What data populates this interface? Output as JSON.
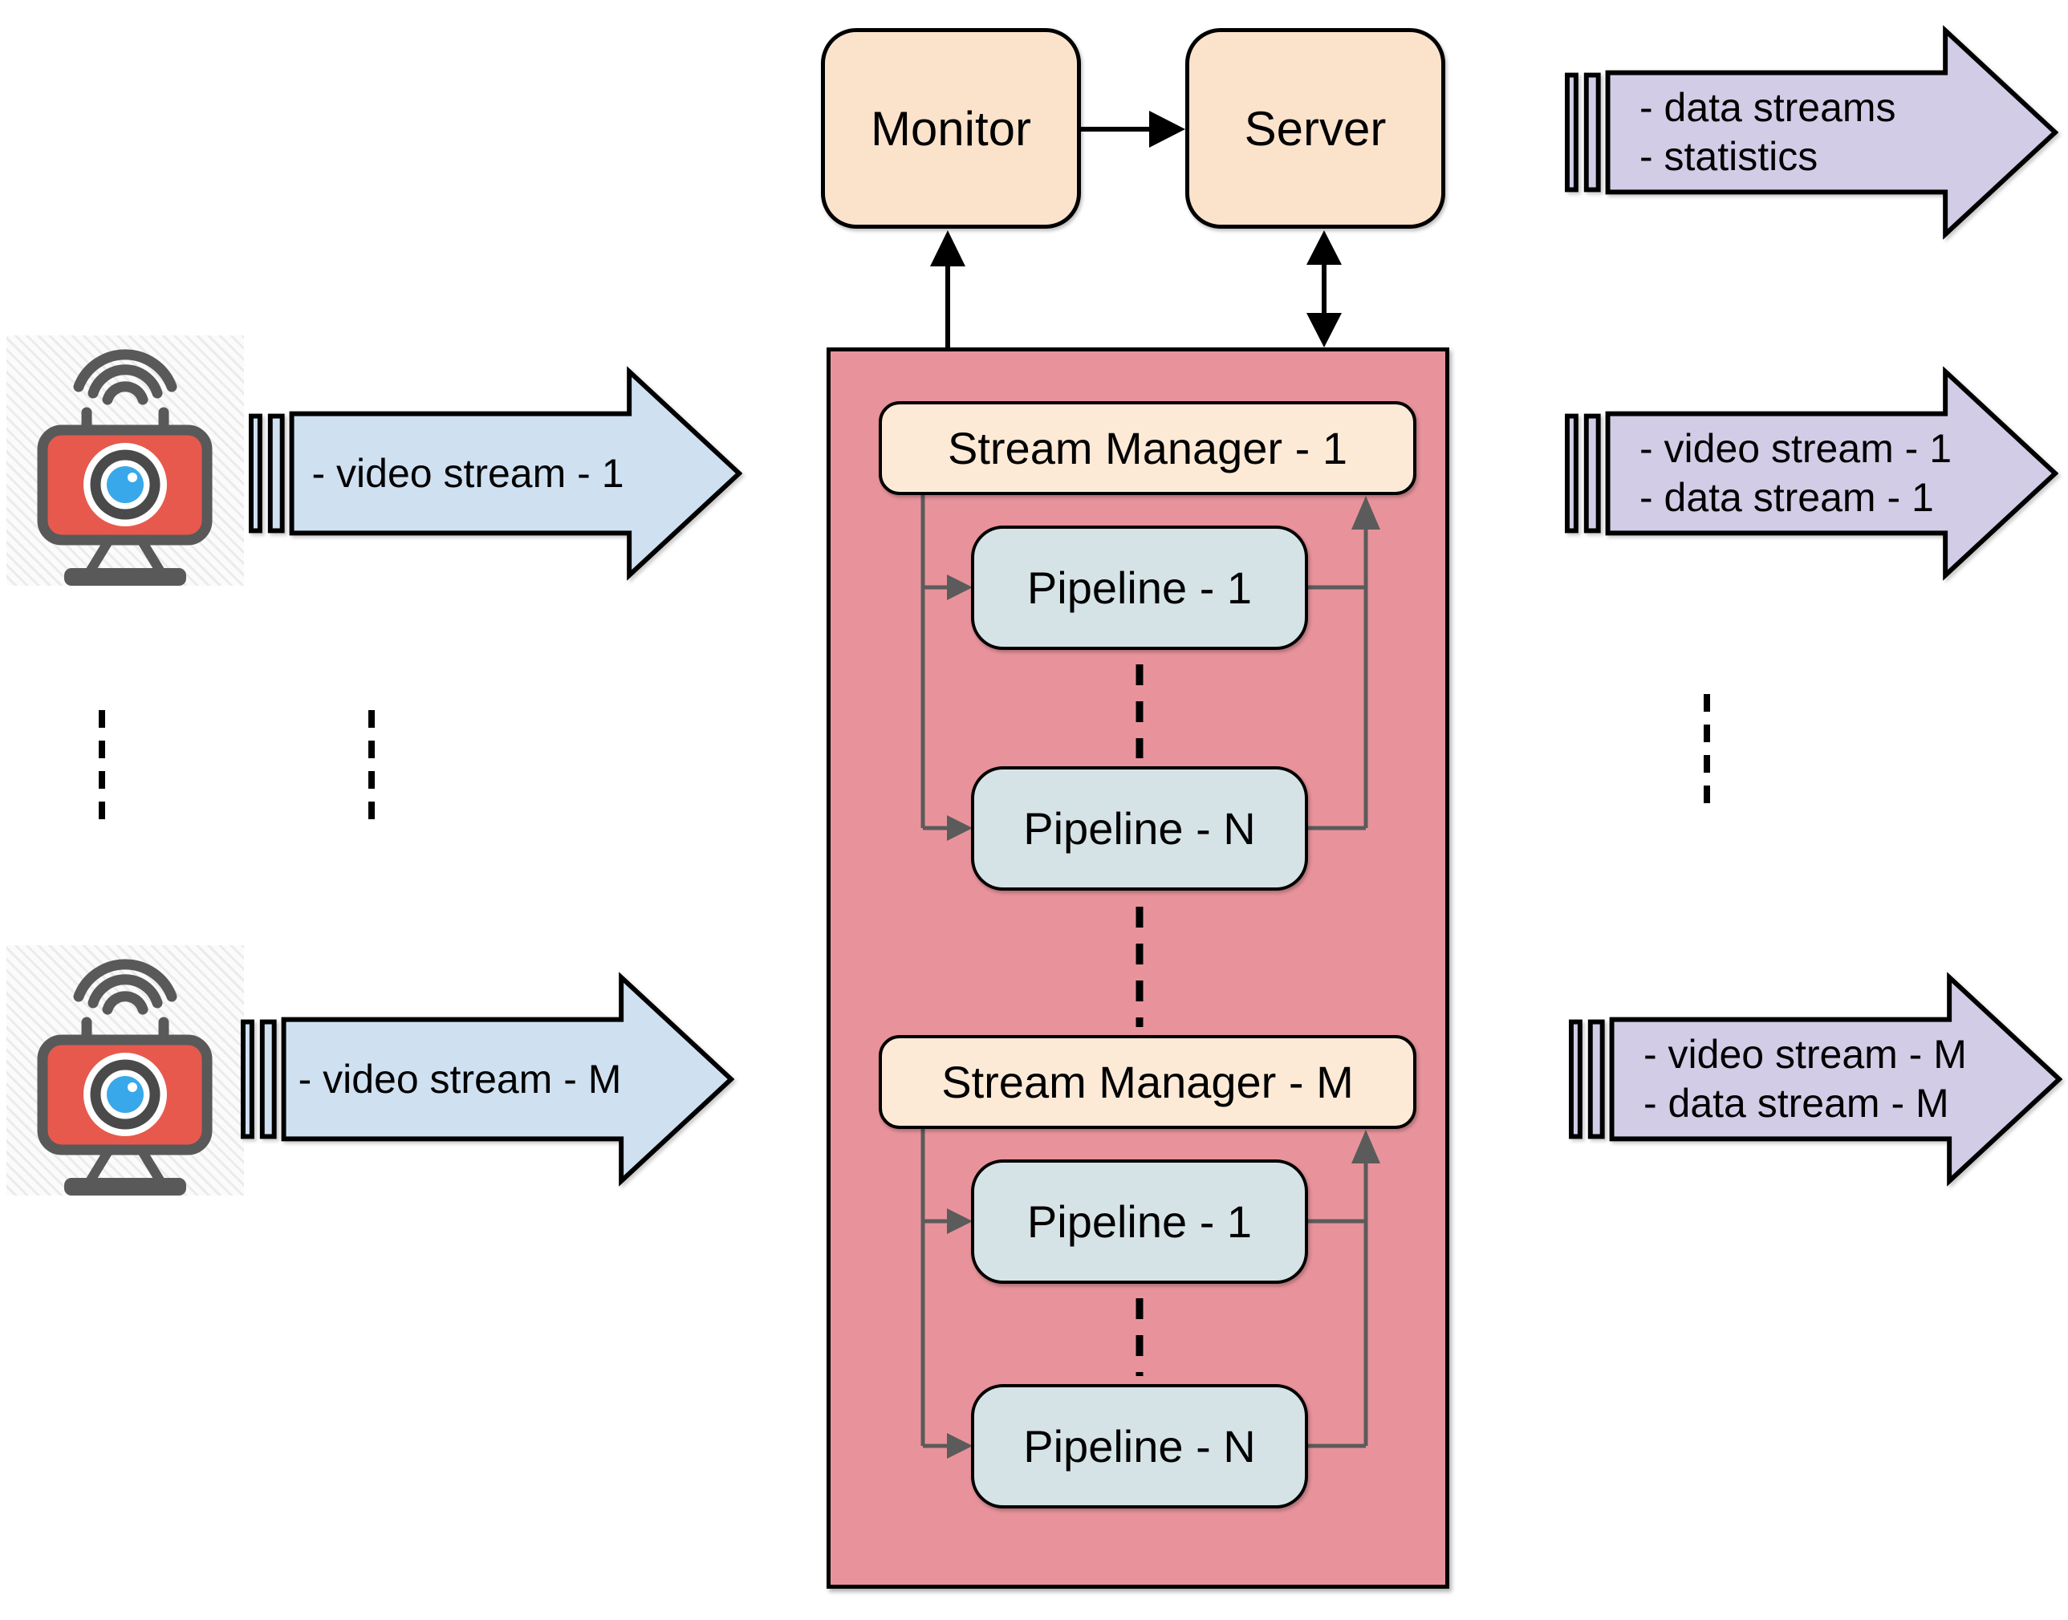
{
  "colors": {
    "peach": "#fbe2cb",
    "peach_light": "#fcead6",
    "container_red": "#e8939b",
    "pipeline_fill": "#d6e3e6",
    "arrow_blue": "#cfe0f1",
    "arrow_purple": "#d2cce6",
    "wire_gray": "#5b5b5b",
    "camera_red": "#e7594d",
    "camera_lens_blue": "#38a8ea",
    "camera_gray": "#595959"
  },
  "nodes": {
    "monitor": "Monitor",
    "server": "Server"
  },
  "stream_managers": [
    {
      "label": "Stream Manager - 1",
      "pipelines": [
        "Pipeline - 1",
        "Pipeline - N"
      ]
    },
    {
      "label": "Stream Manager - M",
      "pipelines": [
        "Pipeline - 1",
        "Pipeline - N"
      ]
    }
  ],
  "input_arrows": [
    {
      "label": "- video stream - 1"
    },
    {
      "label": "- video stream - M"
    }
  ],
  "output_arrows": [
    {
      "line1": "- data streams",
      "line2": "- statistics"
    },
    {
      "line1": "- video stream - 1",
      "line2": "- data stream - 1"
    },
    {
      "line1": "- video stream - M",
      "line2": "- data stream - M"
    }
  ]
}
